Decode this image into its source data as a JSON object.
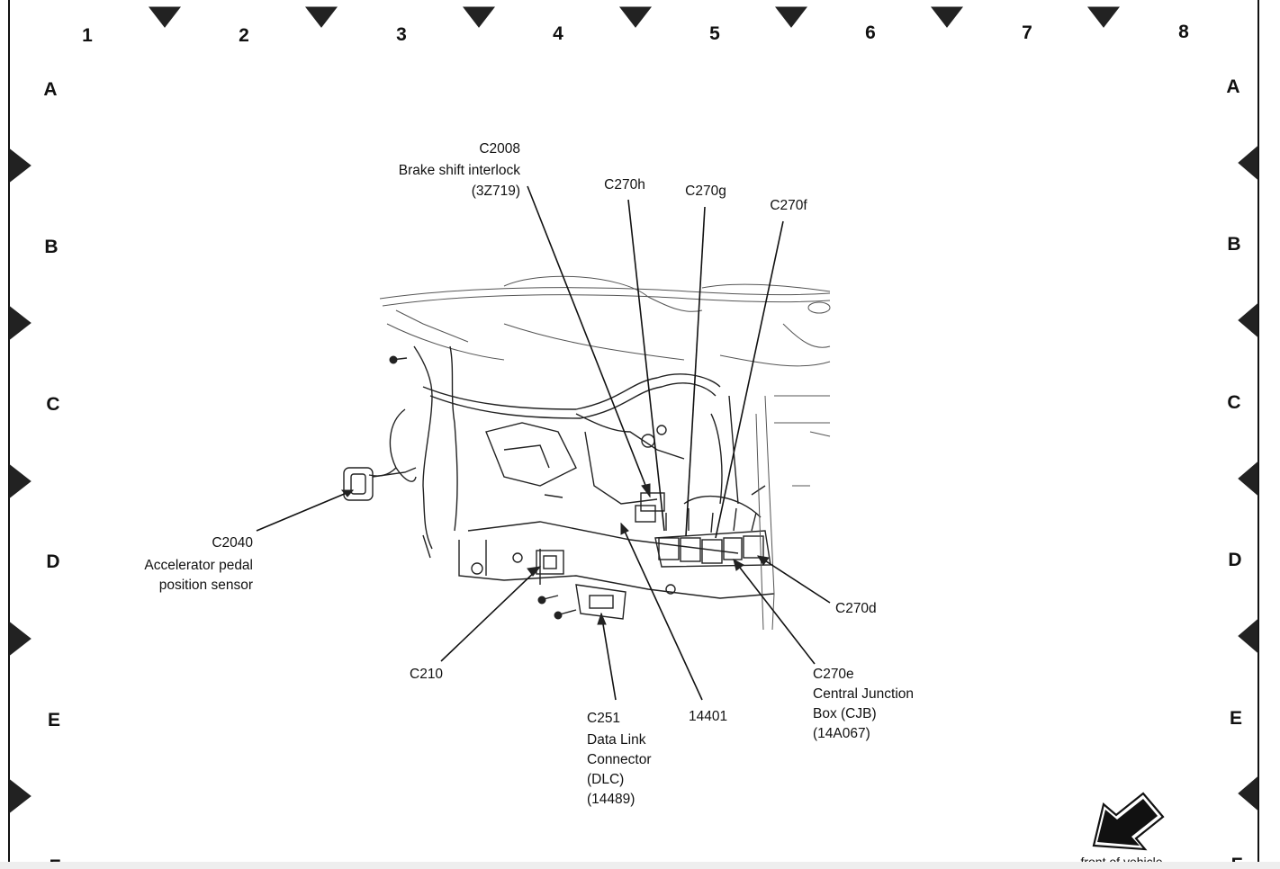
{
  "grid": {
    "columns": [
      "1",
      "2",
      "3",
      "4",
      "5",
      "6",
      "7",
      "8"
    ],
    "rows": [
      "A",
      "B",
      "C",
      "D",
      "E",
      "F"
    ]
  },
  "callouts": {
    "c2008": [
      "C2008",
      "Brake shift interlock",
      "(3Z719)"
    ],
    "c270h": [
      "C270h"
    ],
    "c270g": [
      "C270g"
    ],
    "c270f": [
      "C270f"
    ],
    "c2040": [
      "C2040",
      "Accelerator pedal",
      "position sensor"
    ],
    "c210": [
      "C210"
    ],
    "c251": [
      "C251",
      "Data Link",
      "Connector",
      "(DLC)",
      "(14489)"
    ],
    "harness": [
      "14401"
    ],
    "c270e": [
      "C270e",
      "Central Junction",
      "Box (CJB)",
      "(14A067)"
    ],
    "c270d": [
      "C270d"
    ]
  },
  "footer": {
    "direction_label": "front of vehicle"
  },
  "icons": {
    "direction": "arrow-down-left-icon",
    "grid_marker": "triangle-marker-icon"
  }
}
